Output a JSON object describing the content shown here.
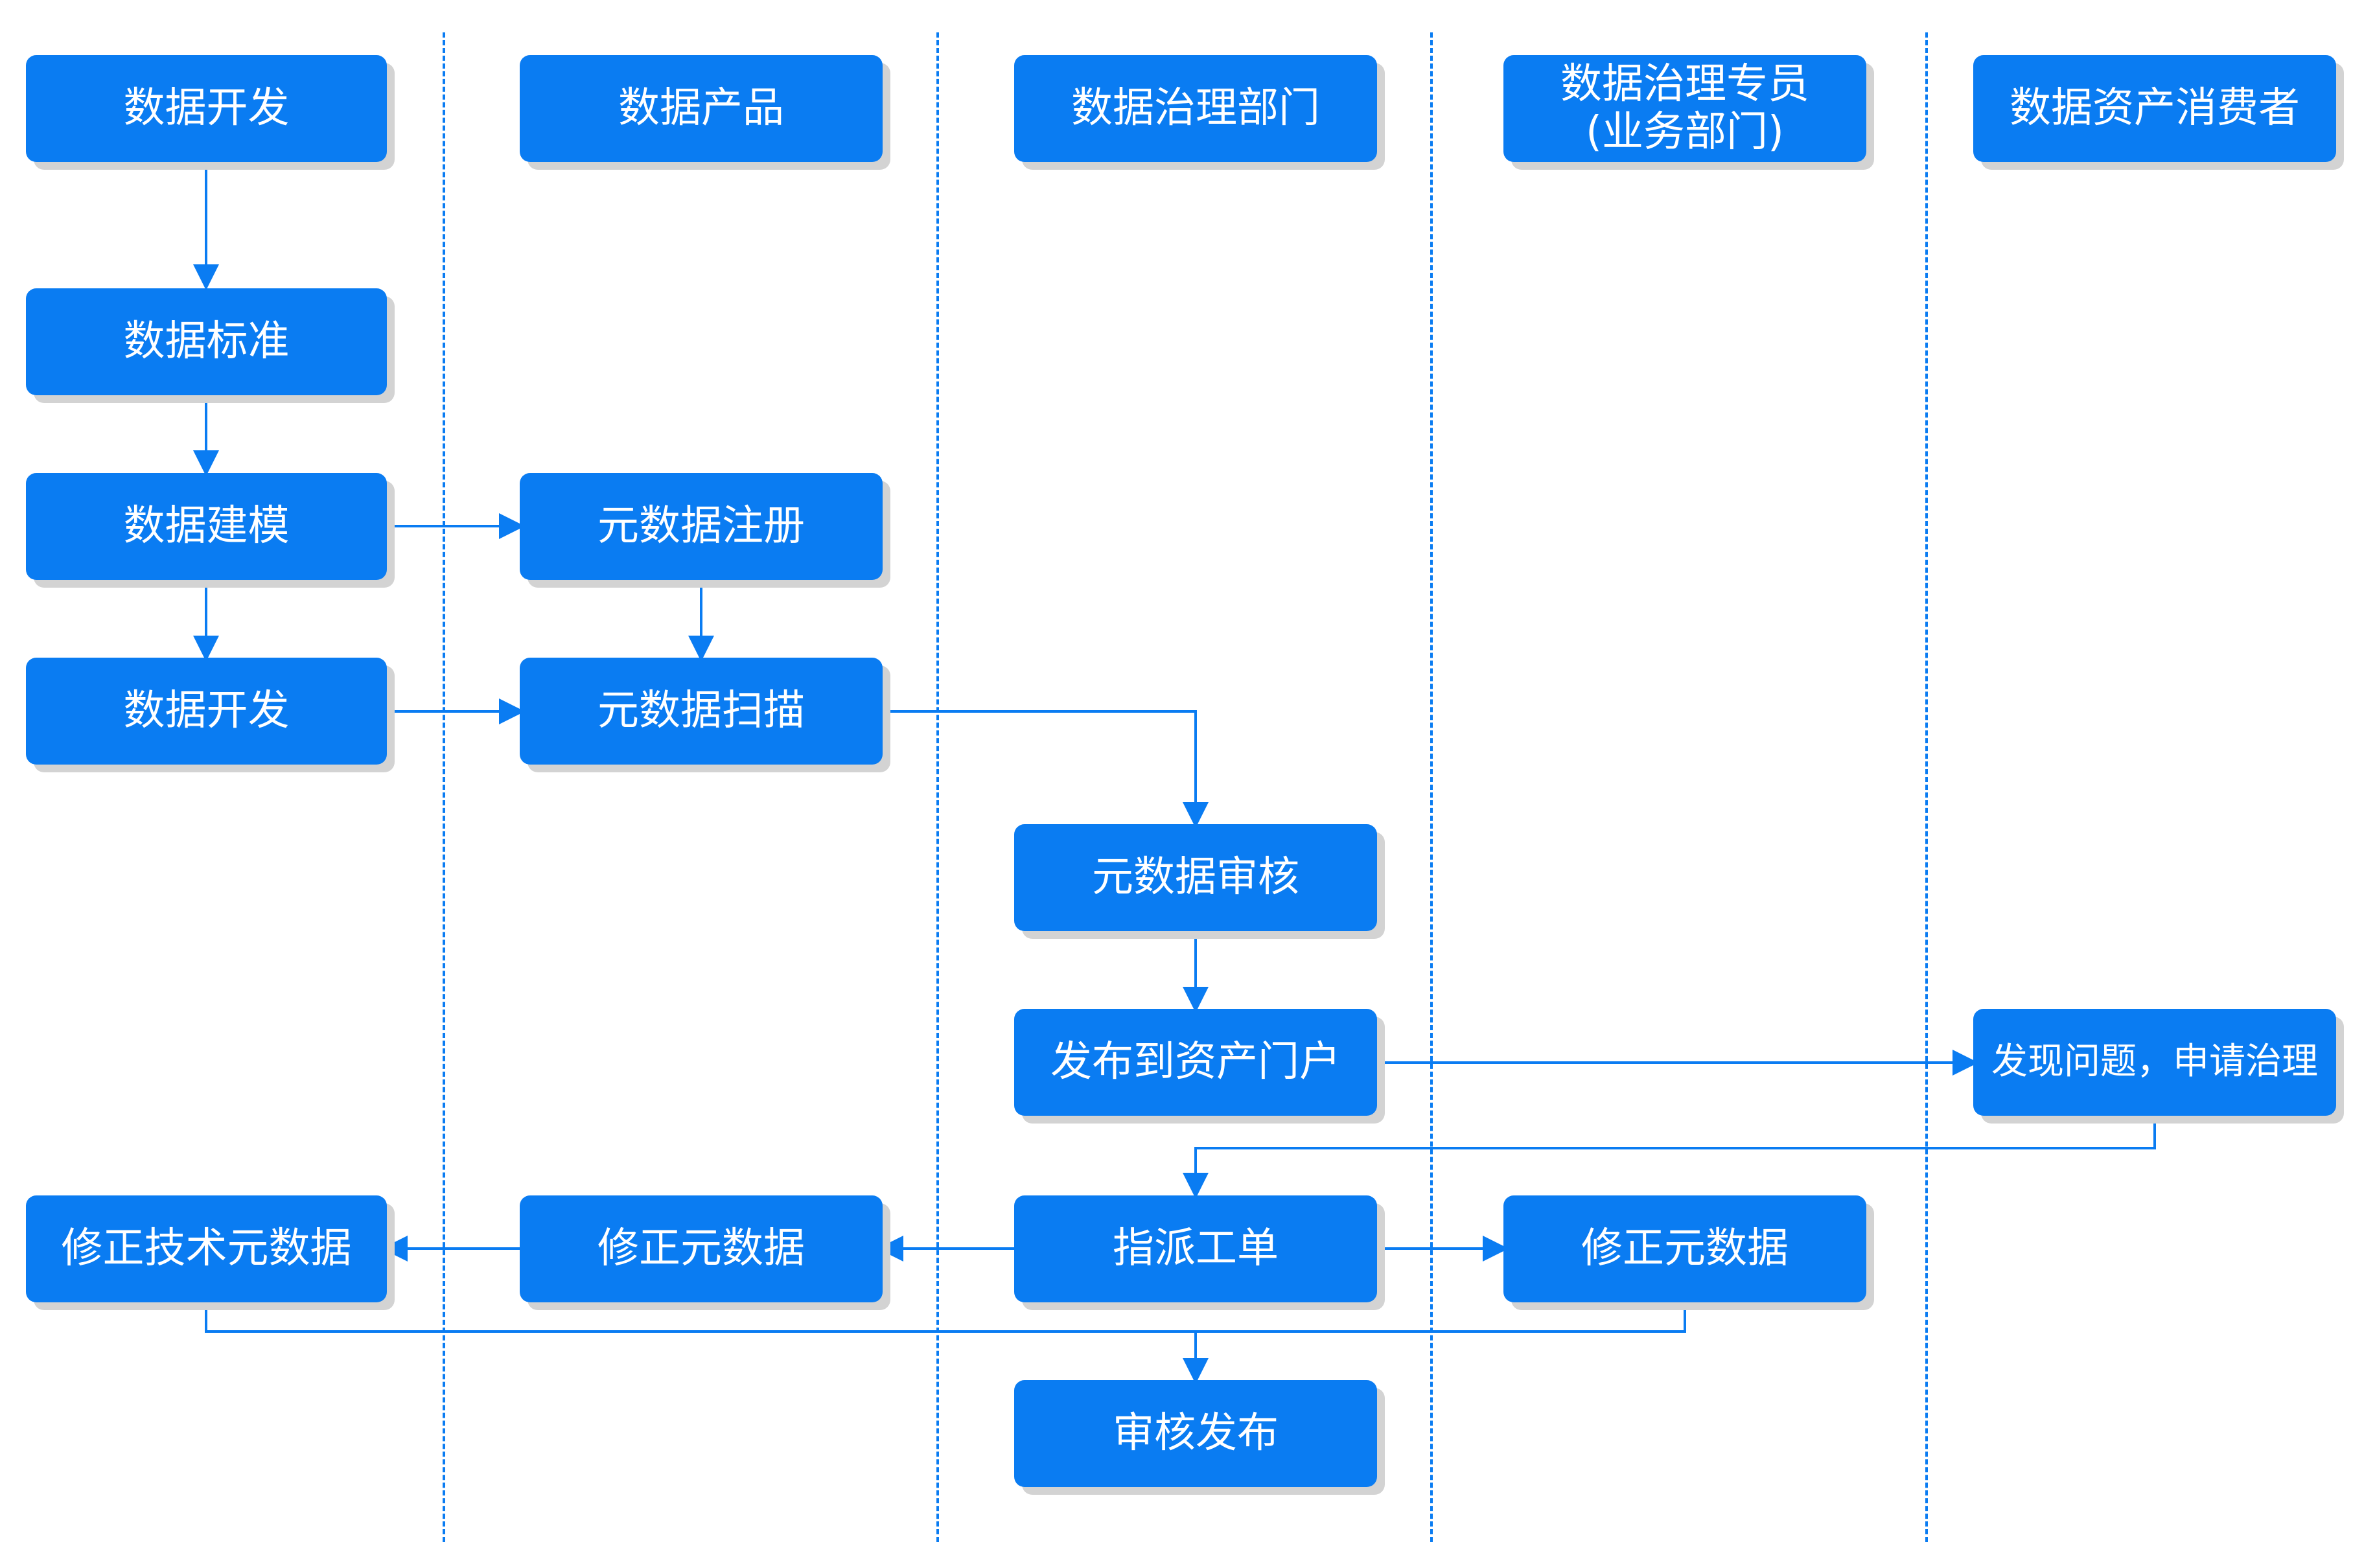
{
  "lanes": {
    "dev": "数据开发",
    "product": "数据产品",
    "gov_dept": "数据治理部门",
    "gov_specialist_line1": "数据治理专员",
    "gov_specialist_line2": "(业务部门)",
    "consumer": "数据资产消费者"
  },
  "nodes": {
    "data_standard": "数据标准",
    "data_modeling": "数据建模",
    "data_dev": "数据开发",
    "meta_register": "元数据注册",
    "meta_scan": "元数据扫描",
    "meta_review": "元数据审核",
    "publish_portal": "发布到资产门户",
    "find_issue": "发现问题，申请治理",
    "assign_ticket": "指派工单",
    "fix_tech_meta": "修正技术元数据",
    "fix_meta_product": "修正元数据",
    "fix_meta_specialist": "修正元数据",
    "review_publish": "审核发布"
  },
  "colors": {
    "node_fill": "#0a7cf2",
    "connector": "#0a7cf2",
    "shadow": "#d3d3d3",
    "text": "#ffffff"
  }
}
